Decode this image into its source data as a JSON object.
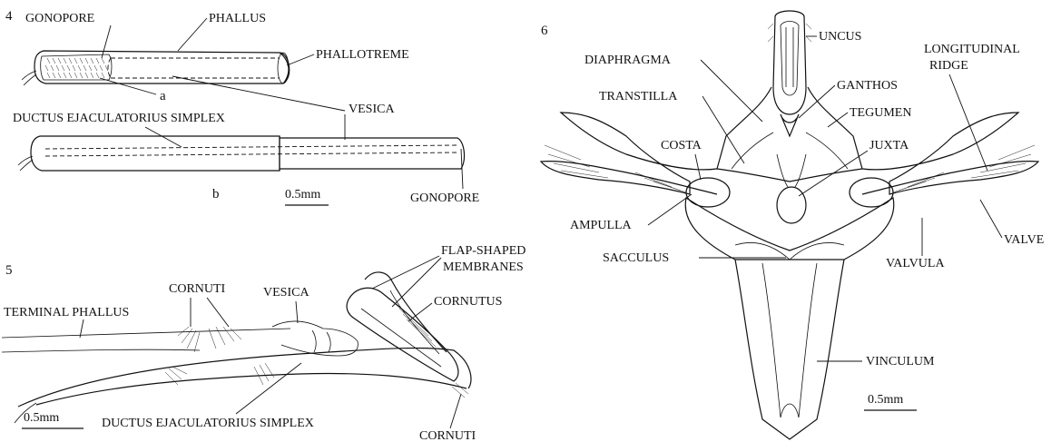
{
  "figure4": {
    "number": "4",
    "sub_a": "a",
    "sub_b": "b",
    "labels": {
      "gonopore_top": "GONOPORE",
      "phallus": "PHALLUS",
      "phallotreme": "PHALLOTREME",
      "ductus": "DUCTUS EJACULATORIUS SIMPLEX",
      "vesica": "VESICA",
      "gonopore_bottom": "GONOPORE"
    },
    "scale": "0.5mm"
  },
  "figure5": {
    "number": "5",
    "labels": {
      "flap_line1": "FLAP-SHAPED",
      "flap_line2": "MEMBRANES",
      "cornuti_top": "CORNUTI",
      "vesica": "VESICA",
      "cornutus": "CORNUTUS",
      "terminal_phallus": "TERMINAL PHALLUS",
      "ductus": "DUCTUS EJACULATORIUS SIMPLEX",
      "cornuti_bottom": "CORNUTI"
    },
    "scale": "0.5mm"
  },
  "figure6": {
    "number": "6",
    "labels": {
      "uncus": "UNCUS",
      "diaphragma": "DIAPHRAGMA",
      "longitudinal_line1": "LONGITUDINAL",
      "longitudinal_line2": "RIDGE",
      "transtilla": "TRANSTILLA",
      "ganthos": "GANTHOS",
      "tegumen": "TEGUMEN",
      "costa": "COSTA",
      "juxta": "JUXTA",
      "ampulla": "AMPULLA",
      "sacculus": "SACCULUS",
      "valve": "VALVE",
      "valvula": "VALVULA",
      "vinculum": "VINCULUM"
    },
    "scale": "0.5mm"
  }
}
